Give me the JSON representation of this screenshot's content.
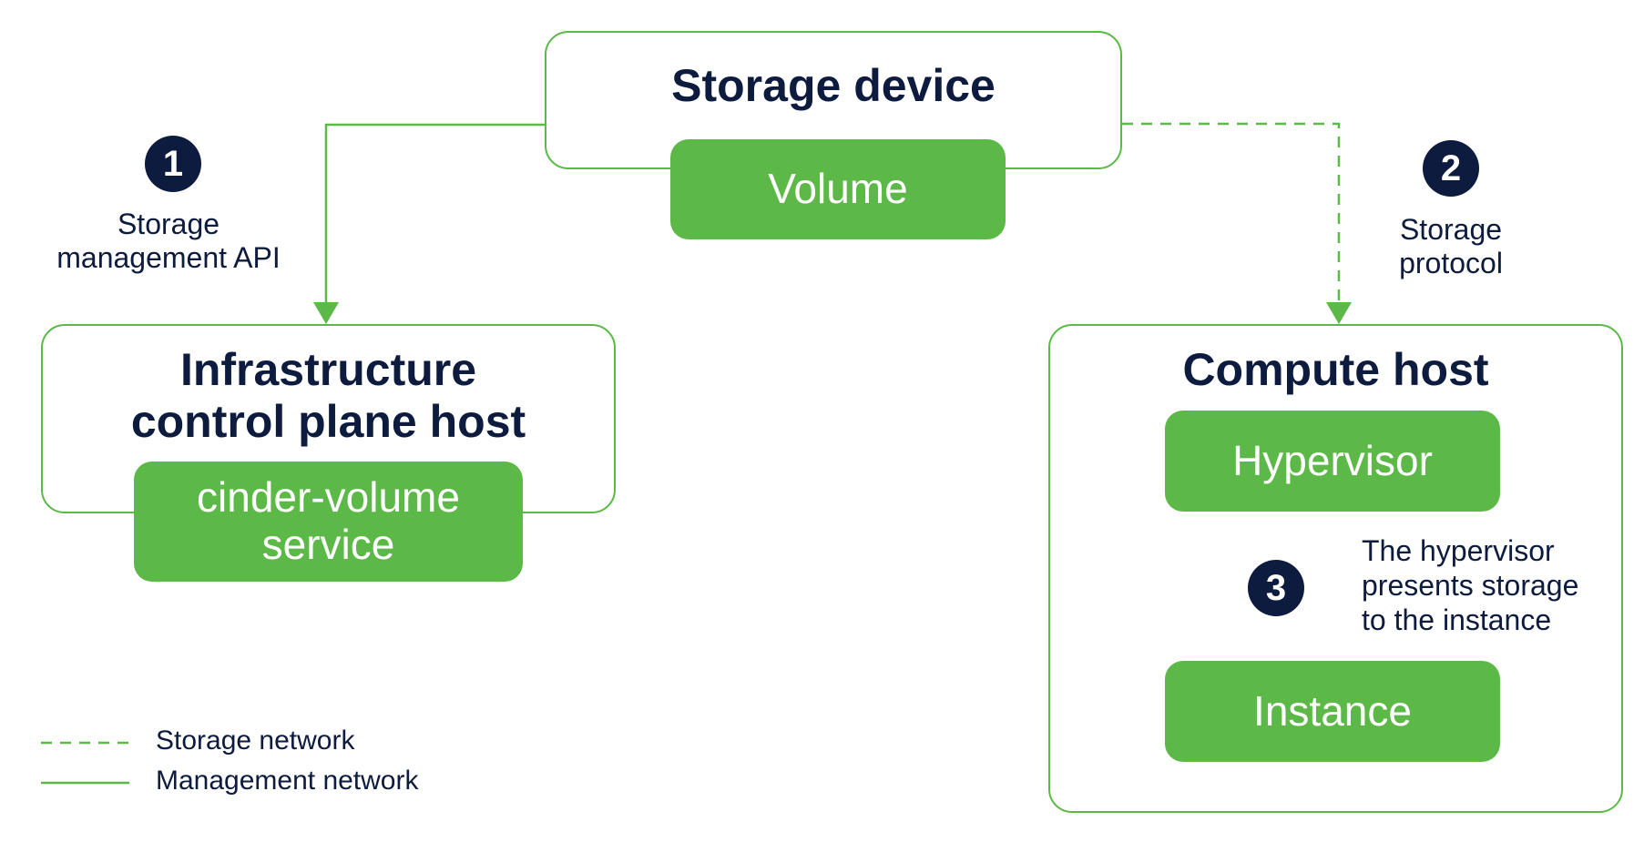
{
  "storage_device": {
    "title": "Storage device",
    "volume": "Volume"
  },
  "control_plane": {
    "title_line1": "Infrastructure",
    "title_line2": "control plane host",
    "service_line1": "cinder-volume",
    "service_line2": "service"
  },
  "compute_host": {
    "title": "Compute host",
    "hypervisor": "Hypervisor",
    "instance": "Instance"
  },
  "steps": [
    {
      "number": "1",
      "label_line1": "Storage",
      "label_line2": "management API"
    },
    {
      "number": "2",
      "label_line1": "Storage",
      "label_line2": "protocol"
    },
    {
      "number": "3",
      "label_line1": "The hypervisor",
      "label_line2": "presents storage",
      "label_line3": "to the instance"
    }
  ],
  "legend": {
    "storage_network": "Storage network",
    "management_network": "Management network"
  },
  "colors": {
    "accent_green": "#5cb947",
    "navy": "#0d1b3e"
  }
}
